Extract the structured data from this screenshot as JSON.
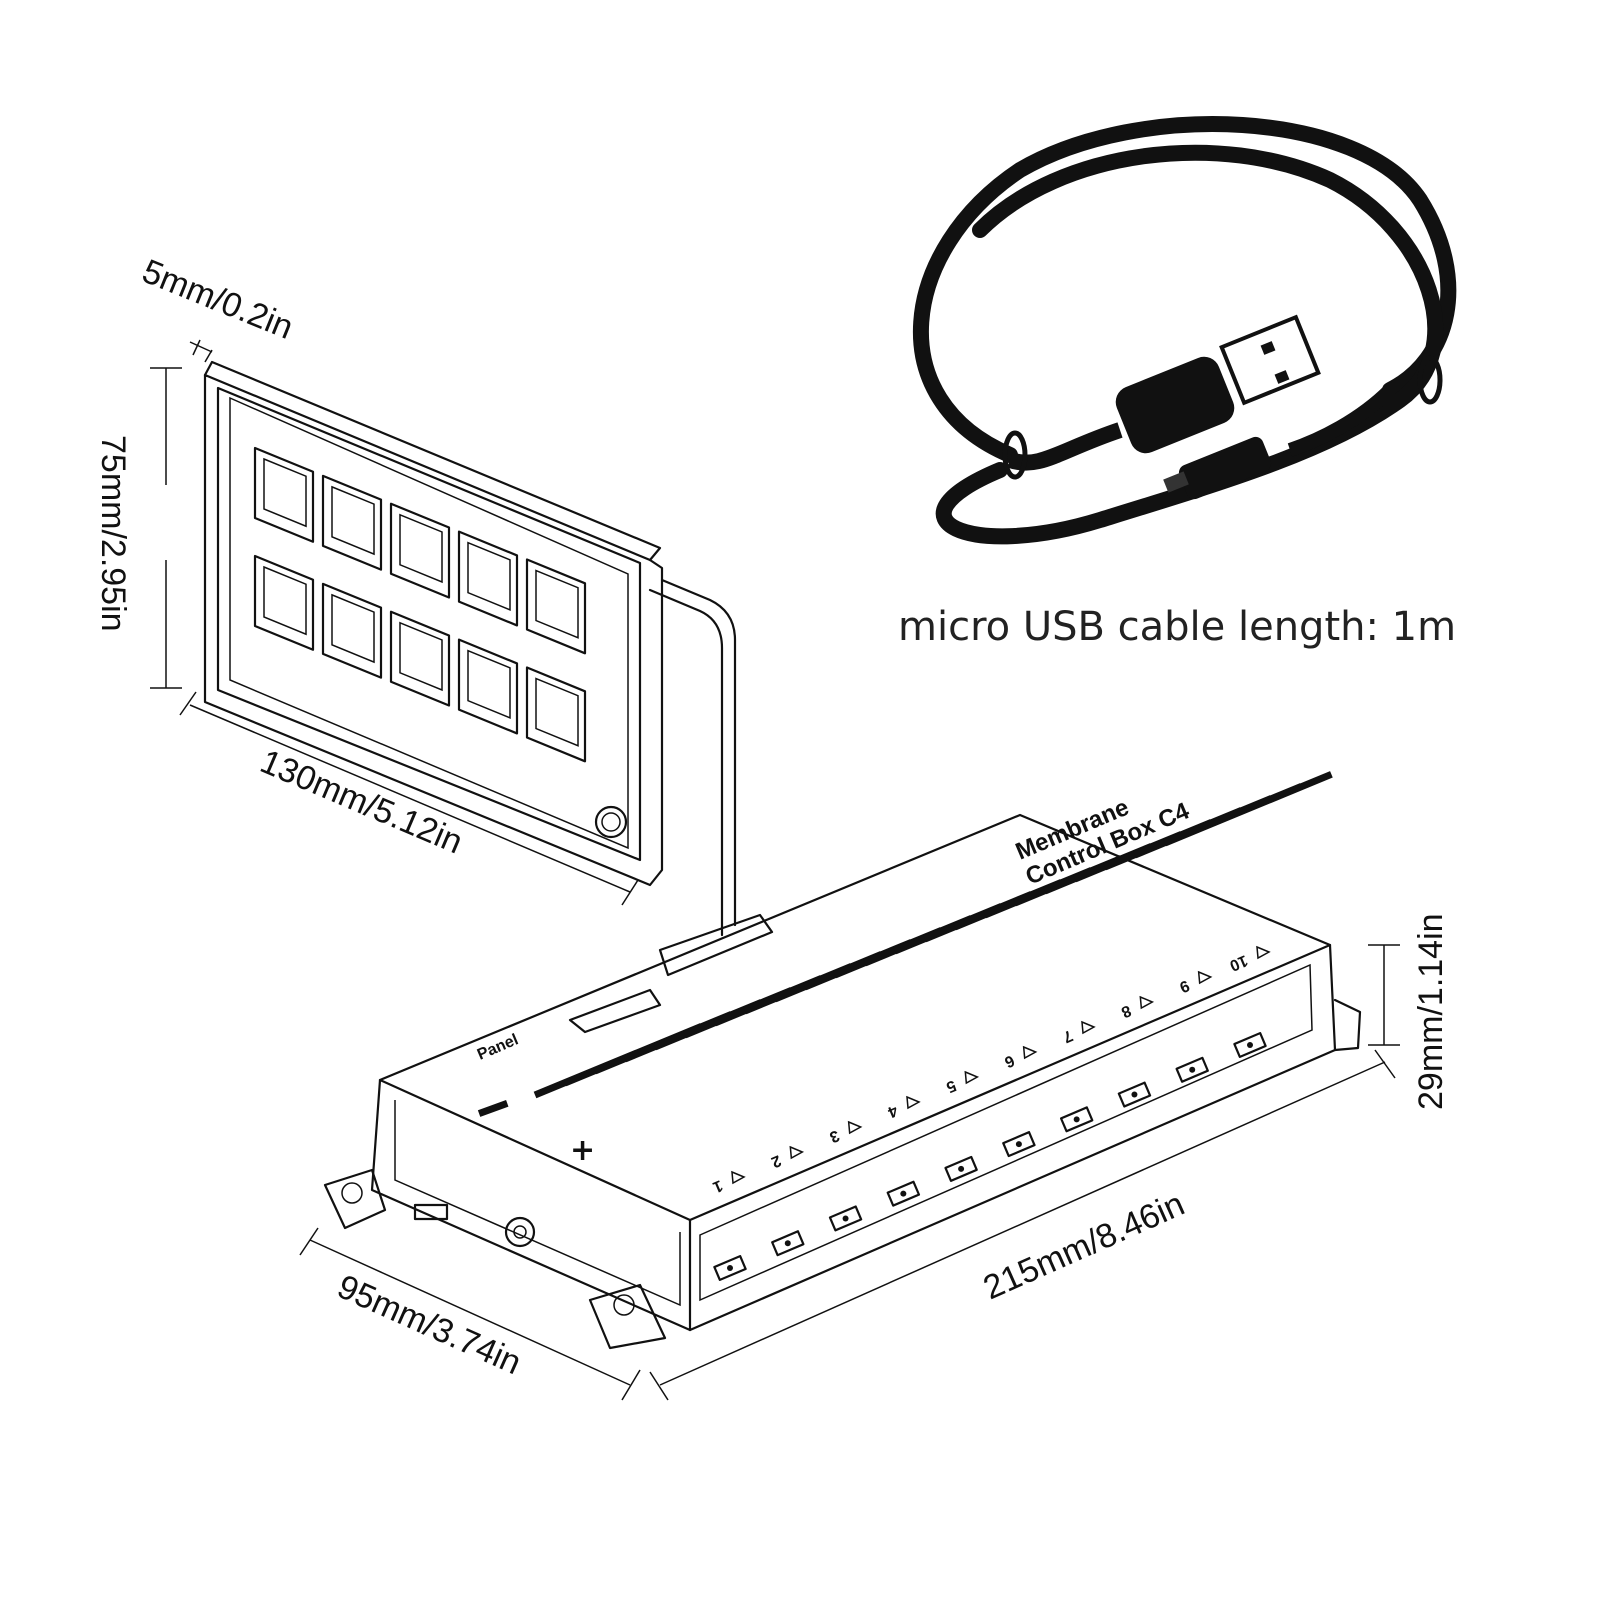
{
  "panel": {
    "thickness_label": "5mm/0.2in",
    "height_label": "75mm/2.95in",
    "width_label": "130mm/5.12in",
    "button_count": 10
  },
  "control_box": {
    "length_label": "215mm/8.46in",
    "width_label": "95mm/3.74in",
    "height_label": "29mm/1.14in",
    "top_text_line1": "Membrane",
    "top_text_line2": "Control Box C4",
    "power_label": "Panel",
    "channel_labels": [
      "1",
      "2",
      "3",
      "4",
      "5",
      "6",
      "7",
      "8",
      "9",
      "10"
    ],
    "terminal_count": 10
  },
  "cable": {
    "caption": "micro USB cable length: 1m"
  }
}
